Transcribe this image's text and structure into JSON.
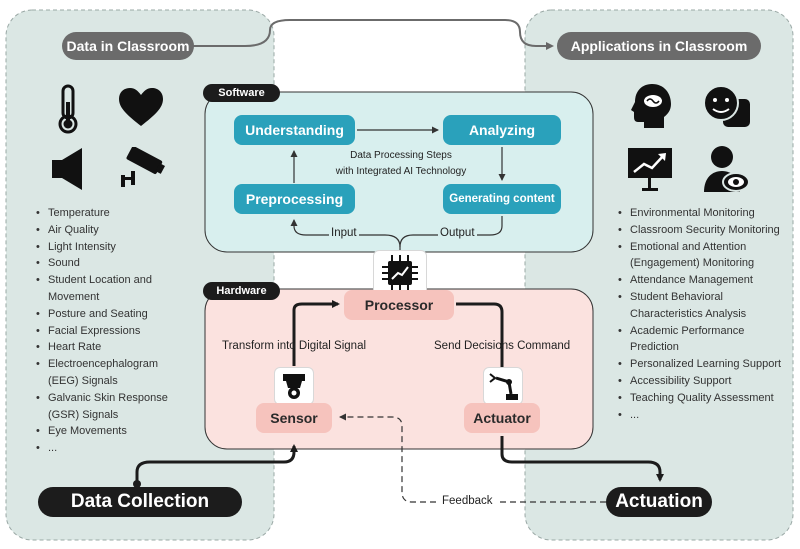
{
  "left_panel": {
    "title": "Data in Classroom",
    "items": [
      "Temperature",
      "Air Quality",
      "Light Intensity",
      "Sound",
      "Student Location and Movement",
      "Posture and Seating",
      "Facial Expressions",
      "Heart Rate",
      "Electroencephalogram (EEG) Signals",
      "Galvanic Skin Response (GSR) Signals",
      "Eye Movements",
      "..."
    ],
    "icons": [
      "thermometer-icon",
      "heart-icon",
      "speaker-icon",
      "security-camera-icon"
    ]
  },
  "right_panel": {
    "title": "Applications in Classroom",
    "items": [
      "Environmental Monitoring",
      "Classroom Security Monitoring",
      "Emotional and Attention (Engagement) Monitoring",
      "Attendance Management",
      "Student Behavioral Characteristics Analysis",
      "Academic Performance Prediction",
      "Personalized Learning Support",
      "Accessibility Support",
      "Teaching Quality Assessment",
      "..."
    ],
    "icons": [
      "brain-head-icon",
      "face-chat-icon",
      "presentation-chart-icon",
      "user-eye-icon"
    ]
  },
  "software": {
    "tag": "Software",
    "understanding": "Understanding",
    "analyzing": "Analyzing",
    "preprocessing": "Preprocessing",
    "generating": "Generating content",
    "steps_line1": "Data Processing Steps",
    "steps_line2": "with Integrated AI Technology",
    "input": "Input",
    "output": "Output"
  },
  "hardware": {
    "tag": "Hardware",
    "processor": "Processor",
    "sensor": "Sensor",
    "actuator": "Actuator",
    "transform": "Transform into Digital Signal",
    "send": "Send Decisions Command"
  },
  "bottom": {
    "data_collection": "Data Collection",
    "actuation": "Actuation",
    "feedback": "Feedback"
  },
  "colors": {
    "panel_bg": "#dbe7e4",
    "software_bg": "#d8efee",
    "hardware_bg": "#fbe2df",
    "teal": "#2aa1bb",
    "pink": "#f6c3bd",
    "dark": "#1c1c1c",
    "grey_pill": "#6b6b6b"
  }
}
